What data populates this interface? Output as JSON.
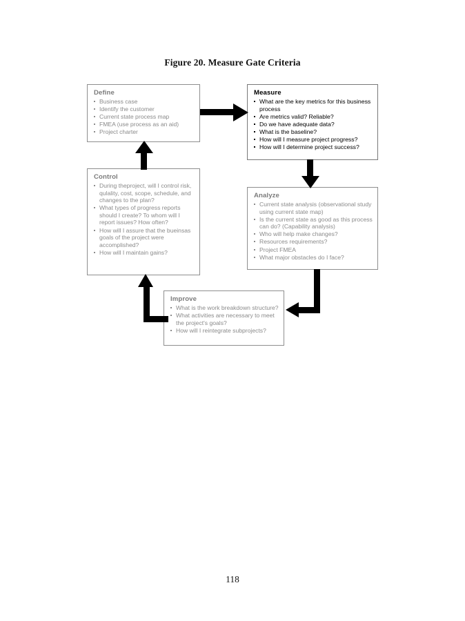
{
  "document": {
    "figure_title": "Figure 20. Measure Gate Criteria",
    "page_number": "118"
  },
  "diagram": {
    "type": "flowchart",
    "nodes": [
      {
        "id": "define",
        "title": "Define",
        "emphasis": false,
        "items": [
          "Business case",
          "Identify the customer",
          "Current state process map",
          "FMEA (use process as an aid)",
          "Project charter"
        ]
      },
      {
        "id": "measure",
        "title": "Measure",
        "emphasis": true,
        "items": [
          "What are the key metrics for this business process",
          "Are metrics valid? Reliable?",
          "Do we have adequate data?",
          "What is the baseline?",
          "How will I measure project progress?",
          "How will I determine project success?"
        ]
      },
      {
        "id": "control",
        "title": "Control",
        "emphasis": false,
        "items": [
          "During theproject, will I control risk, qulality, cost, scope, schedule, and changes to the plan?",
          "What types of progress reports should I create? To whom will I report issues? How often?",
          "How will I assure that the bueinsas goals of the project were accomplished?",
          "How will I maintain gains?"
        ]
      },
      {
        "id": "analyze",
        "title": "Analyze",
        "emphasis": false,
        "items": [
          "Current state analysis (observational study using current state map)",
          "Is the current state as good as this process can do? (Capability analysis)",
          "Who will help make changes?",
          "Resources requirements?",
          "Project FMEA",
          "What major obstacles do I face?"
        ]
      },
      {
        "id": "improve",
        "title": "Improve",
        "emphasis": false,
        "items": [
          "What is the work breakdown structure?",
          "What activities are necessary to meet the project's goals?",
          "How will I reintegrate subprojects?"
        ]
      }
    ],
    "connectors": [
      {
        "id": "define-measure",
        "from": "define",
        "to": "measure",
        "direction": "right"
      },
      {
        "id": "measure-analyze",
        "from": "measure",
        "to": "analyze",
        "direction": "down"
      },
      {
        "id": "analyze-improve",
        "from": "analyze",
        "to": "improve",
        "direction": "down-left"
      },
      {
        "id": "improve-control",
        "from": "improve",
        "to": "control",
        "direction": "left-up"
      },
      {
        "id": "control-define",
        "from": "control",
        "to": "define",
        "direction": "up"
      }
    ]
  },
  "colors": {
    "text_muted": "#8a8a8a",
    "text_emphasis": "#000000",
    "box_border": "#8d8d8d",
    "arrow": "#000000",
    "page_background": "#ffffff"
  }
}
